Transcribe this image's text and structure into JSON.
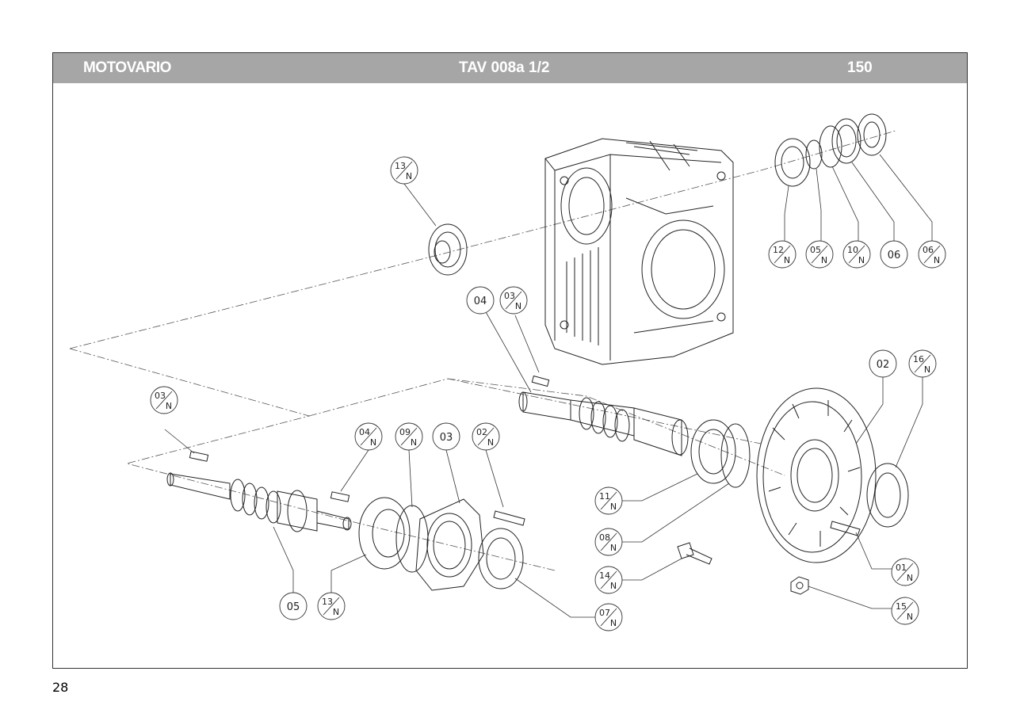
{
  "header": {
    "brand": "MOTOVARIO",
    "table_ref": "TAV 008a  1/2",
    "size": "150"
  },
  "page_number": "28",
  "callouts": [
    {
      "id": "c13a",
      "code": "13",
      "suffix": "N"
    },
    {
      "id": "c04a",
      "code": "04",
      "suffix": ""
    },
    {
      "id": "c03a",
      "code": "03",
      "suffix": "N"
    },
    {
      "id": "c12",
      "code": "12",
      "suffix": "N"
    },
    {
      "id": "c05a",
      "code": "05",
      "suffix": "N"
    },
    {
      "id": "c10",
      "code": "10",
      "suffix": "N"
    },
    {
      "id": "c06a",
      "code": "06",
      "suffix": ""
    },
    {
      "id": "c06b",
      "code": "06",
      "suffix": "N"
    },
    {
      "id": "c02a",
      "code": "02",
      "suffix": ""
    },
    {
      "id": "c16",
      "code": "16",
      "suffix": "N"
    },
    {
      "id": "c03b",
      "code": "03",
      "suffix": "N"
    },
    {
      "id": "c04b",
      "code": "04",
      "suffix": "N"
    },
    {
      "id": "c09",
      "code": "09",
      "suffix": "N"
    },
    {
      "id": "c03c",
      "code": "03",
      "suffix": ""
    },
    {
      "id": "c02b",
      "code": "02",
      "suffix": "N"
    },
    {
      "id": "c11",
      "code": "11",
      "suffix": "N"
    },
    {
      "id": "c08",
      "code": "08",
      "suffix": "N"
    },
    {
      "id": "c14",
      "code": "14",
      "suffix": "N"
    },
    {
      "id": "c01",
      "code": "01",
      "suffix": "N"
    },
    {
      "id": "c15",
      "code": "15",
      "suffix": "N"
    },
    {
      "id": "c05b",
      "code": "05",
      "suffix": ""
    },
    {
      "id": "c13b",
      "code": "13",
      "suffix": "N"
    },
    {
      "id": "c07",
      "code": "07",
      "suffix": "N"
    }
  ]
}
